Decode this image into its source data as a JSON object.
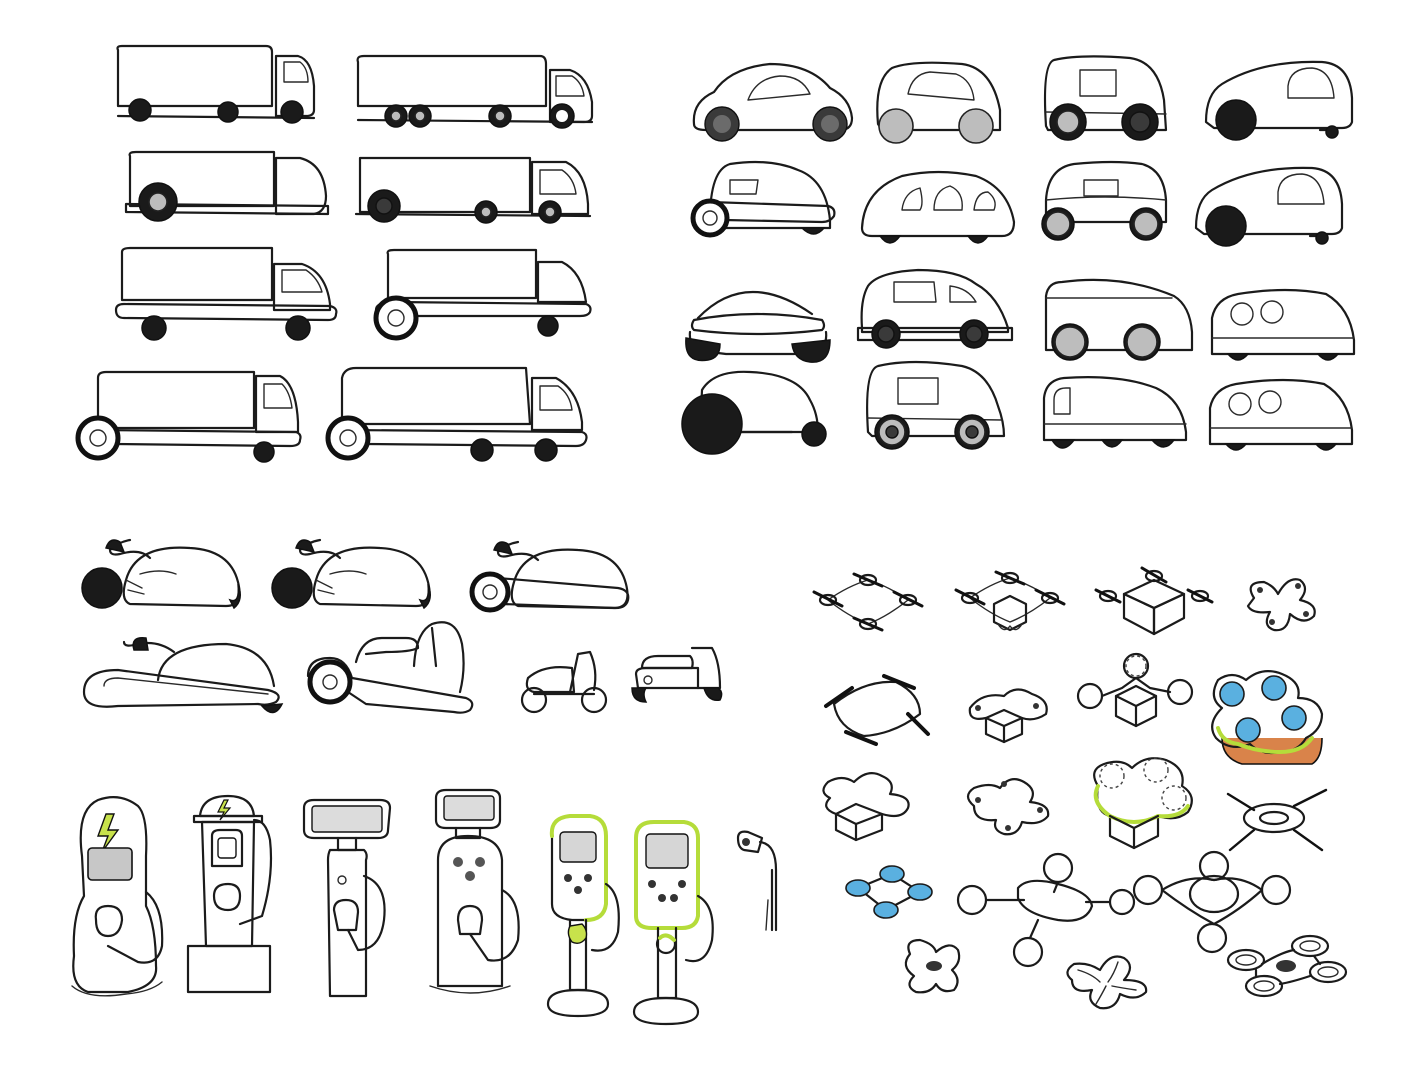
{
  "sheet": {
    "background": "#ffffff",
    "ink_color": "#1b1b1b",
    "accent_green": "#b5dc3a",
    "accent_blue": "#5ab0e0",
    "accent_orange": "#d9834a"
  },
  "groups": [
    {
      "id": "trucks",
      "icon": "truck-icon",
      "count": 8
    },
    {
      "id": "cars",
      "icon": "car-icon",
      "count": 16
    },
    {
      "id": "scooters",
      "icon": "scooter-icon",
      "count": 7
    },
    {
      "id": "charging-stations",
      "icon": "charging-station-icon",
      "count": 7
    },
    {
      "id": "drones",
      "icon": "drone-icon",
      "count": 19
    }
  ]
}
